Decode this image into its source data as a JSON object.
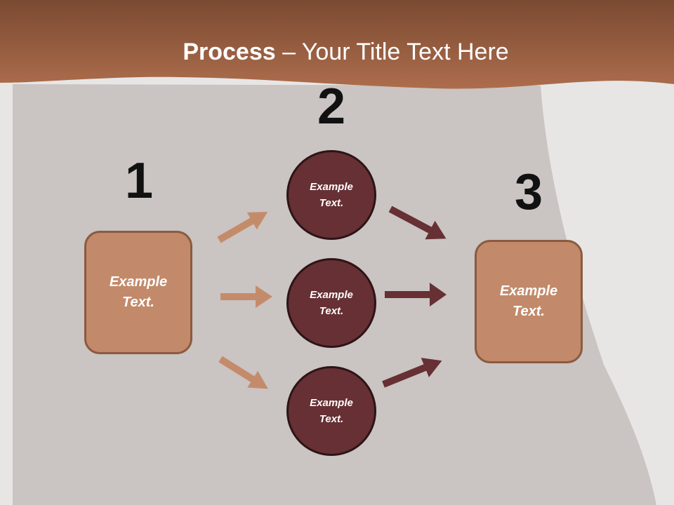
{
  "title": {
    "strong": "Process",
    "rest": " – Your Title Text Here"
  },
  "steps": [
    "1",
    "2",
    "3"
  ],
  "box_left": "Example Text.",
  "box_right": "Example Text.",
  "circles": [
    "Example Text.",
    "Example Text.",
    "Example Text."
  ],
  "colors": {
    "header": "#9a5e3f",
    "box_fill": "#c28a6a",
    "circle_fill": "#663034",
    "arrow_light": "#c48b6b",
    "arrow_dark": "#663034"
  }
}
